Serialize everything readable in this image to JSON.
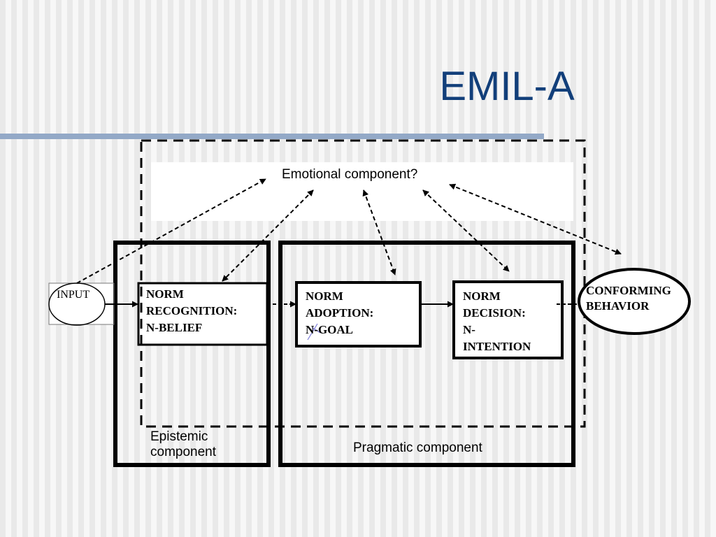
{
  "slide": {
    "title": "EMIL-A"
  },
  "diagram": {
    "emotional_label": "Emotional component?",
    "input_label": "INPUT",
    "recognition": {
      "line1": "NORM",
      "line2": "RECOGNITION:",
      "line3": "N-BELIEF"
    },
    "adoption": {
      "line1": "NORM",
      "line2": "ADOPTION:",
      "line3": "N-GOAL"
    },
    "decision": {
      "line1": "NORM",
      "line2": "DECISION:",
      "line3": "N-",
      "line4": "INTENTION"
    },
    "conforming": {
      "line1": "CONFORMING",
      "line2": "BEHAVIOR"
    },
    "epistemic_label": {
      "line1": "Epistemic",
      "line2": "component"
    },
    "pragmatic_label": "Pragmatic component"
  },
  "colors": {
    "title": "#123f7a",
    "rule": "#93a9c7",
    "stroke": "#000000"
  }
}
